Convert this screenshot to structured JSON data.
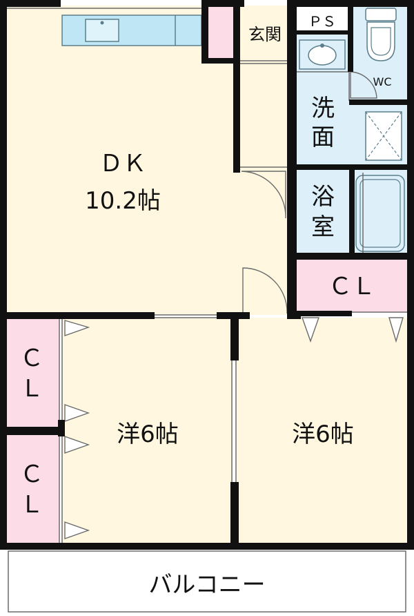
{
  "rooms": {
    "dk_name": "ＤＫ",
    "dk_size": "10.2帖",
    "genkan": "玄関",
    "ps": "ＰＳ",
    "wc": "WC",
    "senmen_1": "洗",
    "senmen_2": "面",
    "yokushitsu_1": "浴",
    "yokushitsu_2": "室",
    "cl_top": "ＣＬ",
    "cl_left_top_1": "Ｃ",
    "cl_left_top_2": "Ｌ",
    "cl_left_bottom_1": "Ｃ",
    "cl_left_bottom_2": "Ｌ",
    "western_left": "洋6帖",
    "western_right": "洋6帖",
    "balcony": "バルコニー"
  },
  "colors": {
    "floor": "#FFF7E0",
    "wet_area": "#DDF0FA",
    "closet": "#FCDCE6",
    "wall": "#111111",
    "kitchen": "#BFE6F5"
  }
}
